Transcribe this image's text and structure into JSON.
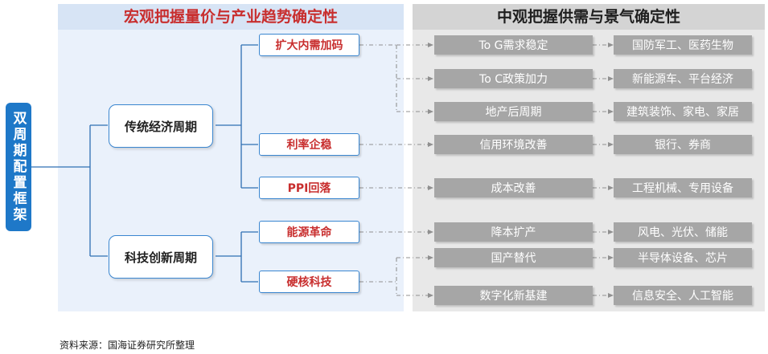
{
  "headers": {
    "macro": "宏观把握量价与产业趋势确定性",
    "meso": "中观把握供需与景气确定性"
  },
  "root": {
    "label": "双周期配置框架"
  },
  "cycles": [
    {
      "label": "传统经济周期"
    },
    {
      "label": "科技创新周期"
    }
  ],
  "factors": [
    {
      "label": "扩大内需加码"
    },
    {
      "label": "利率企稳"
    },
    {
      "label": "PPI回落"
    },
    {
      "label": "能源革命"
    },
    {
      "label": "硬核科技"
    }
  ],
  "conditions": [
    {
      "label": "To G需求稳定"
    },
    {
      "label": "To C政策加力"
    },
    {
      "label": "地产后周期"
    },
    {
      "label": "信用环境改善"
    },
    {
      "label": "成本改善"
    },
    {
      "label": "降本扩产"
    },
    {
      "label": "国产替代"
    },
    {
      "label": "数字化新基建"
    }
  ],
  "sectors": [
    {
      "label": "国防军工、医药生物"
    },
    {
      "label": "新能源车、平台经济"
    },
    {
      "label": "建筑装饰、家电、家居"
    },
    {
      "label": "银行、券商"
    },
    {
      "label": "工程机械、专用设备"
    },
    {
      "label": "风电、光伏、储能"
    },
    {
      "label": "半导体设备、芯片"
    },
    {
      "label": "信息安全、人工智能"
    }
  ],
  "colors": {
    "root": "#1e78c8",
    "box_border": "#3a86d0",
    "factor_text": "#c82e2e",
    "macro_header_text": "#c82e2e",
    "connector": "#2f6fb3",
    "dashed_arrow": "#909090",
    "grey_box": "#a6a6a6"
  },
  "source": "资料来源：国海证券研究所整理"
}
